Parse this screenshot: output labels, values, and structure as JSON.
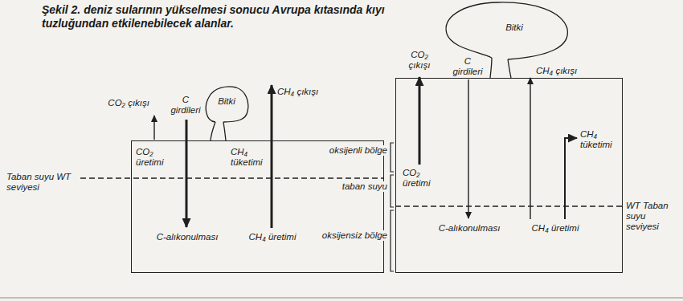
{
  "diagram": {
    "title": "Şekil 2. deniz sularının yükselmesi sonucu Avrupa kıtasında kıyı tuzluğundan etkilenebilecek alanlar.",
    "nodes": [
      {
        "text": [
          "Bitki"
        ]
      },
      {
        "text": [
          "CO₂ üretimi",
          "CH₄ tüketimi",
          "C-alıkonulması",
          "CH₄ üretimi"
        ]
      },
      {
        "text": [
          "Bitki"
        ]
      },
      {
        "text": [
          "CO₂ üretimi",
          "CH₄ tüketimi",
          "C-alıkonulması",
          "CH₄ üretimi"
        ]
      }
    ],
    "labels": [
      "CO₂ çıkışı",
      "C girdileri",
      "CH₄ çıkışı",
      "Taban suyu WT seviyesi",
      "oksijenli bölge",
      "taban suyu",
      "oksijensiz bölge",
      "CO₂ çıkışı",
      "C girdileri",
      "CH₄ çıkışı",
      "WT Taban suyu seviyesi"
    ]
  }
}
